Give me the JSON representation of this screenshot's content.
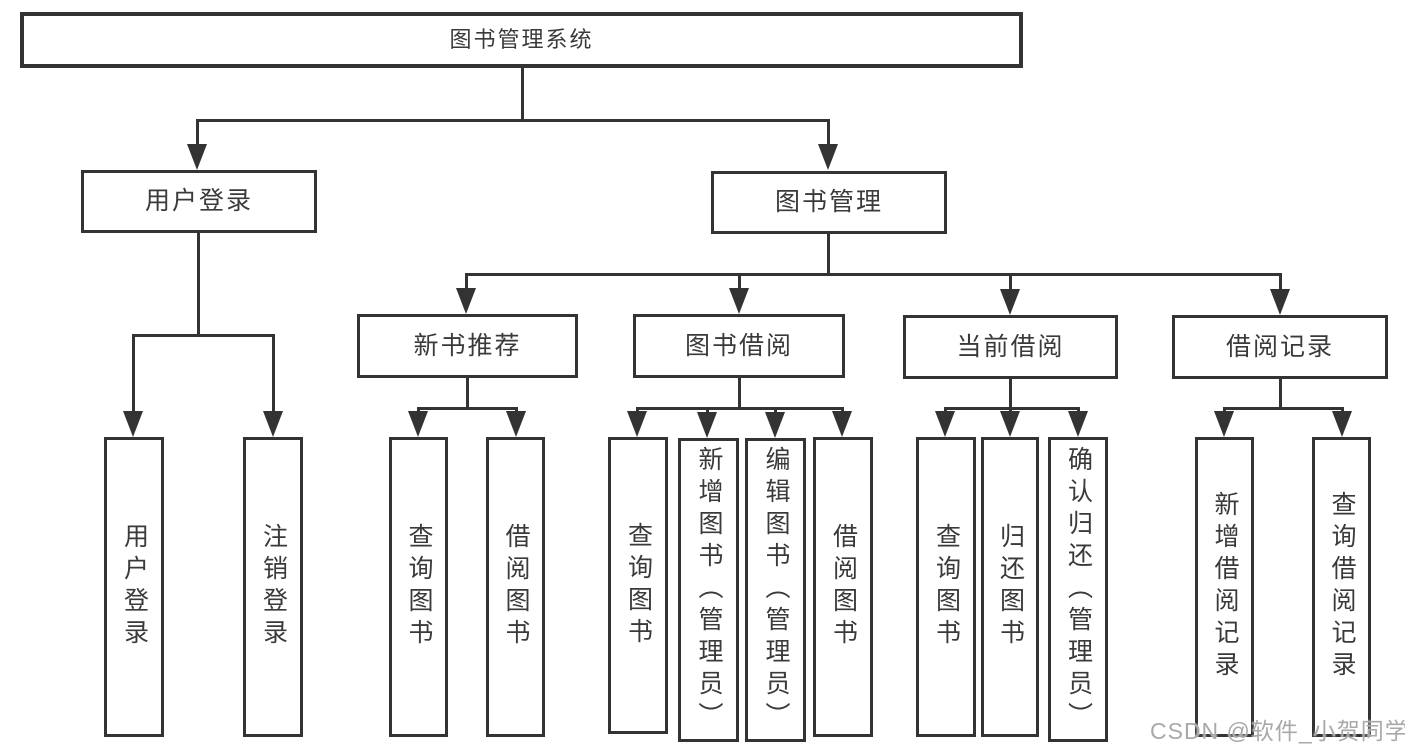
{
  "diagram_title": "图书管理系统",
  "nodes": {
    "root": "图书管理系统",
    "user_login_group": "用户登录",
    "book_management": "图书管理",
    "new_book_recommendation": "新书推荐",
    "book_borrowing": "图书借阅",
    "current_borrowing": "当前借阅",
    "borrowing_records": "借阅记录",
    "user_login": "用户登录",
    "logout": "注销登录",
    "recommend_query_book": "查询图书",
    "recommend_borrow_book": "借阅图书",
    "borrow_query_book": "查询图书",
    "borrow_add_book": "新增图书（管理员）",
    "borrow_edit_book": "编辑图书（管理员）",
    "borrow_borrow_book": "借阅图书",
    "current_query_book": "查询图书",
    "current_return_book": "归还图书",
    "current_confirm_return": "确认归还（管理员）",
    "record_add_record": "新增借阅记录",
    "record_query_record": "查询借阅记录"
  },
  "watermark": "CSDN @软件_小贺同学",
  "colors": {
    "line": "#333333",
    "text": "#3a3a3a",
    "background": "#ffffff",
    "watermark": "#a9a9a9"
  }
}
